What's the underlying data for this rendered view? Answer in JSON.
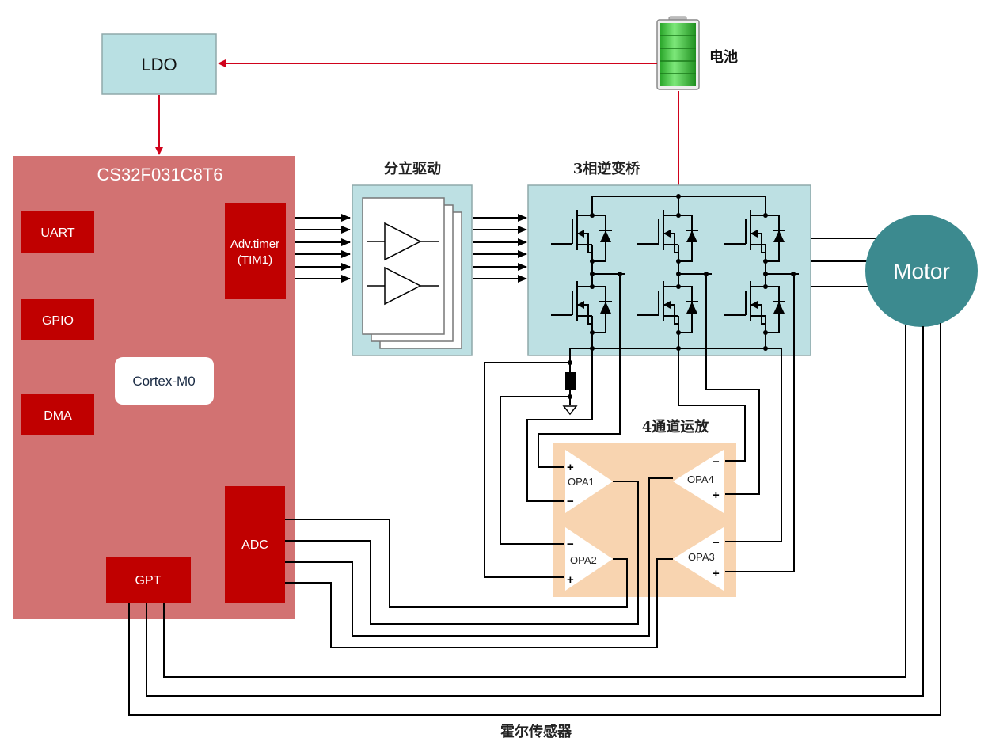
{
  "diagram": {
    "ldo": {
      "label": "LDO"
    },
    "battery": {
      "label": "电池"
    },
    "mcu": {
      "title": "CS32F031C8T6",
      "core": "Cortex-M0",
      "peripherals": {
        "uart": "UART",
        "gpio": "GPIO",
        "dma": "DMA",
        "adv_timer_line1": "Adv.timer",
        "adv_timer_line2": "(TIM1)",
        "adc": "ADC",
        "gpt": "GPT"
      }
    },
    "driver": {
      "title": "分立驱动"
    },
    "bridge": {
      "title": "3相逆变桥"
    },
    "motor": {
      "label": "Motor"
    },
    "opamp_block": {
      "title": "4通道运放",
      "opamps": [
        "OPA1",
        "OPA2",
        "OPA3",
        "OPA4"
      ],
      "plus": "+",
      "minus": "−"
    },
    "hall": {
      "label": "霍尔传感器"
    },
    "colors": {
      "power_wire": "#d0021b",
      "mcu_bg": "#d27272",
      "peripheral_bg": "#c00000",
      "ldo_bg": "#b9e0e3",
      "bridge_bg": "#bde0e3",
      "opamp_bg": "#f8d4b0",
      "motor_bg": "#3c8a8f"
    }
  }
}
